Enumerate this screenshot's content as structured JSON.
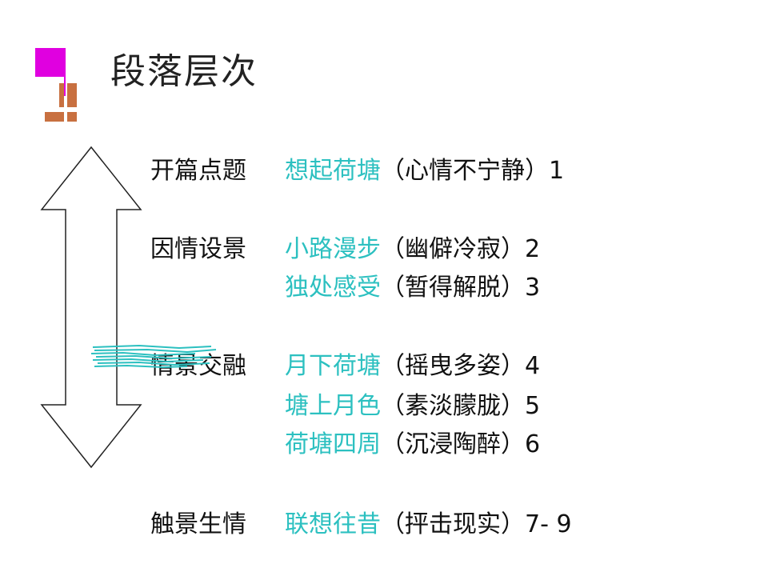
{
  "title": "段落层次",
  "colors": {
    "accent": "#2cc0c0",
    "text": "#111111",
    "deco_magenta": "#e000e0",
    "deco_brown": "#c87040"
  },
  "rows": [
    {
      "label": "开篇点题",
      "highlight": "想起荷塘",
      "paren": "（心情不宁静）1"
    },
    {
      "label": "因情设景",
      "highlight": "小路漫步",
      "paren": "（幽僻冷寂）2"
    },
    {
      "label": "",
      "highlight": "独处感受",
      "paren": "（暂得解脱）3"
    },
    {
      "label": "情景交融",
      "highlight": "月下荷塘",
      "paren": "（摇曳多姿）4"
    },
    {
      "label": "",
      "highlight": "塘上月色",
      "paren": "（素淡朦胧）5"
    },
    {
      "label": "",
      "highlight": "荷塘四周",
      "paren": "（沉浸陶醉）6"
    },
    {
      "label": "触景生情",
      "highlight": "联想往昔",
      "paren": "（抨击现实）7- 9"
    }
  ]
}
